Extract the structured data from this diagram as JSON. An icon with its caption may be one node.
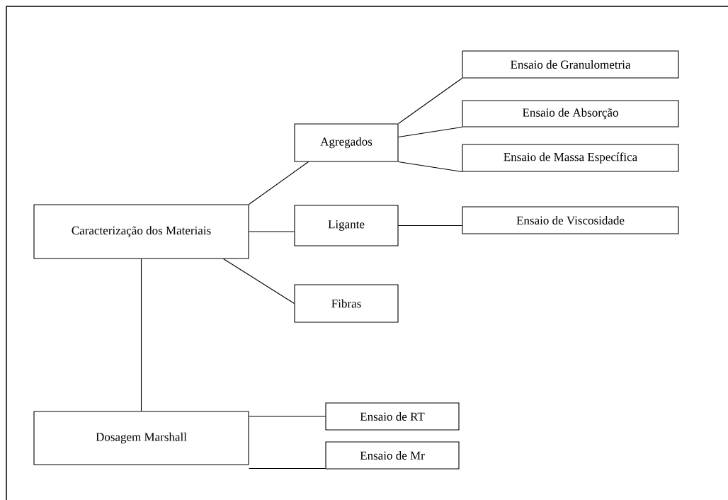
{
  "diagram": {
    "nodes": [
      {
        "text": [
          "Caracterização dos Materiais"
        ]
      },
      {
        "text": [
          "Agregados"
        ]
      },
      {
        "text": [
          "Ligante"
        ]
      },
      {
        "text": [
          "Fibras"
        ]
      },
      {
        "text": [
          "Ensaio de Granulometria"
        ]
      },
      {
        "text": [
          "Ensaio de Absorção"
        ]
      },
      {
        "text": [
          "Ensaio de Massa Específica"
        ]
      },
      {
        "text": [
          "Ensaio de Viscosidade"
        ]
      },
      {
        "text": [
          "Dosagem Marshall"
        ]
      },
      {
        "text": [
          "Ensaio de RT"
        ]
      },
      {
        "text": [
          "Ensaio de Mr"
        ]
      }
    ],
    "edges": [
      {
        "from": 0,
        "to": 1,
        "arrow": "none"
      },
      {
        "from": 0,
        "to": 2,
        "arrow": "none"
      },
      {
        "from": 0,
        "to": 3,
        "arrow": "none"
      },
      {
        "from": 0,
        "to": 8,
        "arrow": "none"
      },
      {
        "from": 1,
        "to": 4,
        "arrow": "none"
      },
      {
        "from": 1,
        "to": 5,
        "arrow": "none"
      },
      {
        "from": 1,
        "to": 6,
        "arrow": "none"
      },
      {
        "from": 2,
        "to": 7,
        "arrow": "none"
      },
      {
        "from": 8,
        "to": 9,
        "arrow": "none"
      },
      {
        "from": 8,
        "to": 10,
        "arrow": "none"
      }
    ]
  }
}
